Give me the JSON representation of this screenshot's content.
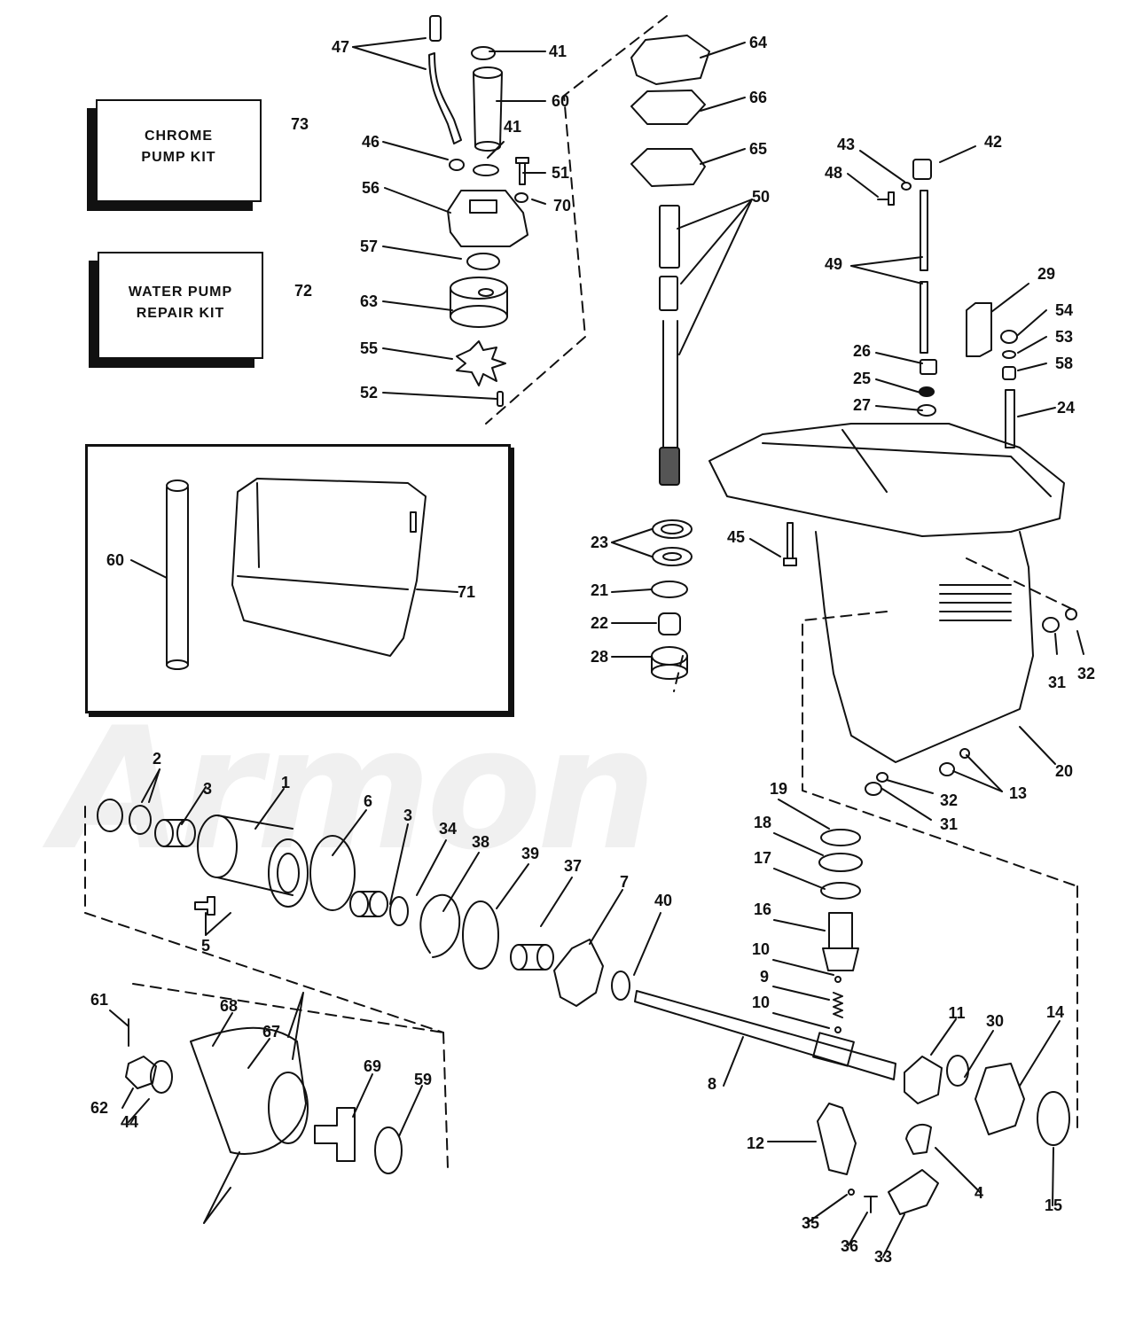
{
  "kits": [
    {
      "line1": "CHROME",
      "line2": "PUMP KIT",
      "ref": "73"
    },
    {
      "line1": "WATER PUMP",
      "line2": "REPAIR KIT",
      "ref": "72"
    }
  ],
  "watermark": "",
  "callouts": [
    {
      "id": "c47",
      "text": "47"
    },
    {
      "id": "c41a",
      "text": "41"
    },
    {
      "id": "c60a",
      "text": "60"
    },
    {
      "id": "c41b",
      "text": "41"
    },
    {
      "id": "c46",
      "text": "46"
    },
    {
      "id": "c51",
      "text": "51"
    },
    {
      "id": "c56",
      "text": "56"
    },
    {
      "id": "c70",
      "text": "70"
    },
    {
      "id": "c57",
      "text": "57"
    },
    {
      "id": "c63",
      "text": "63"
    },
    {
      "id": "c55",
      "text": "55"
    },
    {
      "id": "c52",
      "text": "52"
    },
    {
      "id": "c64",
      "text": "64"
    },
    {
      "id": "c66",
      "text": "66"
    },
    {
      "id": "c65",
      "text": "65"
    },
    {
      "id": "c50",
      "text": "50"
    },
    {
      "id": "c43",
      "text": "43"
    },
    {
      "id": "c42",
      "text": "42"
    },
    {
      "id": "c48",
      "text": "48"
    },
    {
      "id": "c49",
      "text": "49"
    },
    {
      "id": "c29",
      "text": "29"
    },
    {
      "id": "c54",
      "text": "54"
    },
    {
      "id": "c53",
      "text": "53"
    },
    {
      "id": "c58",
      "text": "58"
    },
    {
      "id": "c26",
      "text": "26"
    },
    {
      "id": "c25",
      "text": "25"
    },
    {
      "id": "c27",
      "text": "27"
    },
    {
      "id": "c24",
      "text": "24"
    },
    {
      "id": "c23",
      "text": "23"
    },
    {
      "id": "c45",
      "text": "45"
    },
    {
      "id": "c21",
      "text": "21"
    },
    {
      "id": "c22",
      "text": "22"
    },
    {
      "id": "c28",
      "text": "28"
    },
    {
      "id": "c60b",
      "text": "60"
    },
    {
      "id": "c71",
      "text": "71"
    },
    {
      "id": "c31a",
      "text": "31"
    },
    {
      "id": "c32a",
      "text": "32"
    },
    {
      "id": "c20",
      "text": "20"
    },
    {
      "id": "c13",
      "text": "13"
    },
    {
      "id": "c32b",
      "text": "32"
    },
    {
      "id": "c31b",
      "text": "31"
    },
    {
      "id": "c2",
      "text": "2"
    },
    {
      "id": "c3a",
      "text": "3"
    },
    {
      "id": "c1",
      "text": "1"
    },
    {
      "id": "c6",
      "text": "6"
    },
    {
      "id": "c3b",
      "text": "3"
    },
    {
      "id": "c34",
      "text": "34"
    },
    {
      "id": "c38",
      "text": "38"
    },
    {
      "id": "c39",
      "text": "39"
    },
    {
      "id": "c37",
      "text": "37"
    },
    {
      "id": "c7",
      "text": "7"
    },
    {
      "id": "c40",
      "text": "40"
    },
    {
      "id": "c19",
      "text": "19"
    },
    {
      "id": "c18",
      "text": "18"
    },
    {
      "id": "c17",
      "text": "17"
    },
    {
      "id": "c16",
      "text": "16"
    },
    {
      "id": "c5",
      "text": "5"
    },
    {
      "id": "c10a",
      "text": "10"
    },
    {
      "id": "c9",
      "text": "9"
    },
    {
      "id": "c10b",
      "text": "10"
    },
    {
      "id": "c61",
      "text": "61"
    },
    {
      "id": "c68",
      "text": "68"
    },
    {
      "id": "c67",
      "text": "67"
    },
    {
      "id": "c69",
      "text": "69"
    },
    {
      "id": "c59",
      "text": "59"
    },
    {
      "id": "c62",
      "text": "62"
    },
    {
      "id": "c44",
      "text": "44"
    },
    {
      "id": "c8",
      "text": "8"
    },
    {
      "id": "c11",
      "text": "11"
    },
    {
      "id": "c30",
      "text": "30"
    },
    {
      "id": "c14",
      "text": "14"
    },
    {
      "id": "c12",
      "text": "12"
    },
    {
      "id": "c4",
      "text": "4"
    },
    {
      "id": "c15",
      "text": "15"
    },
    {
      "id": "c35",
      "text": "35"
    },
    {
      "id": "c36",
      "text": "36"
    },
    {
      "id": "c33",
      "text": "33"
    }
  ]
}
